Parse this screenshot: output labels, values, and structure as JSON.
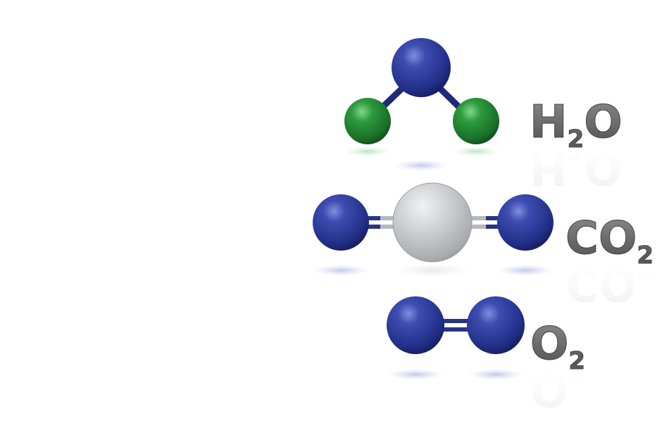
{
  "molecules": [
    {
      "id": "water",
      "label": {
        "main": "H",
        "sub": "2",
        "tail": "O"
      },
      "atoms": [
        "oxygen-blue",
        "hydrogen-green",
        "hydrogen-green"
      ],
      "bonds": [
        "single",
        "single"
      ]
    },
    {
      "id": "carbon-dioxide",
      "label": {
        "main": "CO",
        "sub": "2",
        "tail": ""
      },
      "atoms": [
        "oxygen-blue",
        "carbon-gray",
        "oxygen-blue"
      ],
      "bonds": [
        "double",
        "double"
      ]
    },
    {
      "id": "oxygen",
      "label": {
        "main": "O",
        "sub": "2",
        "tail": ""
      },
      "atoms": [
        "oxygen-blue",
        "oxygen-blue"
      ],
      "bonds": [
        "double"
      ]
    }
  ],
  "colors": {
    "oxygen": "#2e3a8c",
    "hydrogen": "#1f7a30",
    "carbon": "#bfc0c4",
    "bond": "#2a3580",
    "label": "#666666"
  }
}
